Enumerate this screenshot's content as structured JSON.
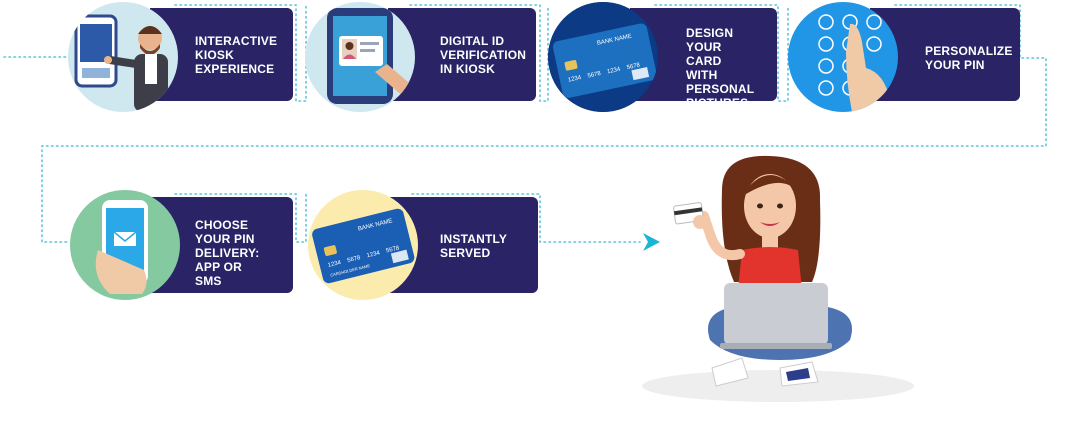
{
  "steps": [
    {
      "lines": [
        "INTERACTIVE",
        "KIOSK",
        "EXPERIENCE"
      ],
      "icon": "kiosk-user-icon"
    },
    {
      "lines": [
        "DIGITAL ID",
        "VERIFICATION",
        "IN KIOSK"
      ],
      "icon": "id-verification-icon"
    },
    {
      "lines": [
        "DESIGN YOUR",
        "CARD WITH",
        "PERSONAL",
        "PICTURES"
      ],
      "icon": "card-design-icon"
    },
    {
      "lines": [
        "PERSONALIZE",
        "YOUR PIN"
      ],
      "icon": "pin-keypad-icon"
    },
    {
      "lines": [
        "CHOOSE",
        "YOUR PIN",
        "DELIVERY:",
        "APP OR SMS"
      ],
      "icon": "phone-message-icon"
    },
    {
      "lines": [
        "INSTANTLY",
        "SERVED"
      ],
      "icon": "bank-card-icon"
    }
  ],
  "card_text": {
    "bank": "BANK NAME",
    "num1": "1234",
    "num2": "5678",
    "num3": "1234",
    "num4": "5678",
    "holder": "CARDHOLDER NAME"
  },
  "colors": {
    "card_bg": "#2a2366",
    "dots": "#5bc4d8",
    "arrow": "#19b7d3"
  }
}
